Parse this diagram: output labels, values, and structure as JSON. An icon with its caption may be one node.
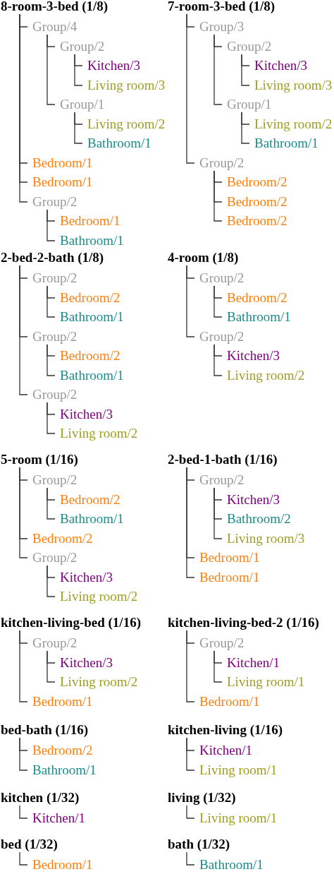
{
  "diagram": {
    "nodes": [
      {
        "text": [
          "8-room-3-bed (1/8)"
        ]
      },
      {
        "text": [
          "Group/4"
        ]
      },
      {
        "text": [
          "Group/2"
        ]
      },
      {
        "text": [
          "Kitchen/3"
        ]
      },
      {
        "text": [
          "Living room/3"
        ]
      },
      {
        "text": [
          "Group/1"
        ]
      },
      {
        "text": [
          "Living room/2"
        ]
      },
      {
        "text": [
          "Bathroom/1"
        ]
      },
      {
        "text": [
          "Bedroom/1"
        ]
      },
      {
        "text": [
          "Bedroom/1"
        ]
      },
      {
        "text": [
          "Group/2"
        ]
      },
      {
        "text": [
          "Bedroom/1"
        ]
      },
      {
        "text": [
          "Bathroom/1"
        ]
      },
      {
        "text": [
          "7-room-3-bed (1/8)"
        ]
      },
      {
        "text": [
          "Group/3"
        ]
      },
      {
        "text": [
          "Group/2"
        ]
      },
      {
        "text": [
          "Kitchen/3"
        ]
      },
      {
        "text": [
          "Living room/3"
        ]
      },
      {
        "text": [
          "Group/1"
        ]
      },
      {
        "text": [
          "Living room/2"
        ]
      },
      {
        "text": [
          "Bathroom/1"
        ]
      },
      {
        "text": [
          "Group/2"
        ]
      },
      {
        "text": [
          "Bedroom/2"
        ]
      },
      {
        "text": [
          "Bedroom/2"
        ]
      },
      {
        "text": [
          "Bedroom/2"
        ]
      },
      {
        "text": [
          "2-bed-2-bath (1/8)"
        ]
      },
      {
        "text": [
          "Group/2"
        ]
      },
      {
        "text": [
          "Bedroom/2"
        ]
      },
      {
        "text": [
          "Bathroom/1"
        ]
      },
      {
        "text": [
          "Group/2"
        ]
      },
      {
        "text": [
          "Bedroom/2"
        ]
      },
      {
        "text": [
          "Bathroom/1"
        ]
      },
      {
        "text": [
          "Group/2"
        ]
      },
      {
        "text": [
          "Kitchen/3"
        ]
      },
      {
        "text": [
          "Living room/2"
        ]
      },
      {
        "text": [
          "4-room (1/8)"
        ]
      },
      {
        "text": [
          "Group/2"
        ]
      },
      {
        "text": [
          "Bedroom/2"
        ]
      },
      {
        "text": [
          "Bathroom/1"
        ]
      },
      {
        "text": [
          "Group/2"
        ]
      },
      {
        "text": [
          "Kitchen/3"
        ]
      },
      {
        "text": [
          "Living room/2"
        ]
      },
      {
        "text": [
          "5-room (1/16)"
        ]
      },
      {
        "text": [
          "Group/2"
        ]
      },
      {
        "text": [
          "Bedroom/2"
        ]
      },
      {
        "text": [
          "Bathroom/1"
        ]
      },
      {
        "text": [
          "Bedroom/2"
        ]
      },
      {
        "text": [
          "Group/2"
        ]
      },
      {
        "text": [
          "Kitchen/3"
        ]
      },
      {
        "text": [
          "Living room/2"
        ]
      },
      {
        "text": [
          "2-bed-1-bath (1/16)"
        ]
      },
      {
        "text": [
          "Group/2"
        ]
      },
      {
        "text": [
          "Kitchen/3"
        ]
      },
      {
        "text": [
          "Bathroom/2"
        ]
      },
      {
        "text": [
          "Living room/3"
        ]
      },
      {
        "text": [
          "Bedroom/1"
        ]
      },
      {
        "text": [
          "Bedroom/1"
        ]
      },
      {
        "text": [
          "kitchen-living-bed (1/16)"
        ]
      },
      {
        "text": [
          "Group/2"
        ]
      },
      {
        "text": [
          "Kitchen/3"
        ]
      },
      {
        "text": [
          "Living room/2"
        ]
      },
      {
        "text": [
          "Bedroom/1"
        ]
      },
      {
        "text": [
          "kitchen-living-bed-2 (1/16)"
        ]
      },
      {
        "text": [
          "Group/2"
        ]
      },
      {
        "text": [
          "Kitchen/1"
        ]
      },
      {
        "text": [
          "Living room/1"
        ]
      },
      {
        "text": [
          "Bedroom/1"
        ]
      },
      {
        "text": [
          "bed-bath (1/16)"
        ]
      },
      {
        "text": [
          "Bedroom/2"
        ]
      },
      {
        "text": [
          "Bathroom/1"
        ]
      },
      {
        "text": [
          "kitchen-living (1/16)"
        ]
      },
      {
        "text": [
          "Kitchen/1"
        ]
      },
      {
        "text": [
          "Living room/1"
        ]
      },
      {
        "text": [
          "kitchen (1/32)"
        ]
      },
      {
        "text": [
          "Kitchen/1"
        ]
      },
      {
        "text": [
          "living (1/32)"
        ]
      },
      {
        "text": [
          "Living room/1"
        ]
      },
      {
        "text": [
          "bed (1/32)"
        ]
      },
      {
        "text": [
          "Bedroom/1"
        ]
      },
      {
        "text": [
          "bath (1/32)"
        ]
      },
      {
        "text": [
          "Bathroom/1"
        ]
      }
    ],
    "edges": [
      {
        "from": 0,
        "to": 1,
        "arrow": "none"
      },
      {
        "from": 1,
        "to": 2,
        "arrow": "none"
      },
      {
        "from": 2,
        "to": 3,
        "arrow": "none"
      },
      {
        "from": 2,
        "to": 4,
        "arrow": "none"
      },
      {
        "from": 1,
        "to": 5,
        "arrow": "none"
      },
      {
        "from": 5,
        "to": 6,
        "arrow": "none"
      },
      {
        "from": 5,
        "to": 7,
        "arrow": "none"
      },
      {
        "from": 0,
        "to": 8,
        "arrow": "none"
      },
      {
        "from": 0,
        "to": 9,
        "arrow": "none"
      },
      {
        "from": 0,
        "to": 10,
        "arrow": "none"
      },
      {
        "from": 10,
        "to": 11,
        "arrow": "none"
      },
      {
        "from": 10,
        "to": 12,
        "arrow": "none"
      },
      {
        "from": 13,
        "to": 14,
        "arrow": "none"
      },
      {
        "from": 14,
        "to": 15,
        "arrow": "none"
      },
      {
        "from": 15,
        "to": 16,
        "arrow": "none"
      },
      {
        "from": 15,
        "to": 17,
        "arrow": "none"
      },
      {
        "from": 14,
        "to": 18,
        "arrow": "none"
      },
      {
        "from": 18,
        "to": 19,
        "arrow": "none"
      },
      {
        "from": 18,
        "to": 20,
        "arrow": "none"
      },
      {
        "from": 13,
        "to": 21,
        "arrow": "none"
      },
      {
        "from": 21,
        "to": 22,
        "arrow": "none"
      },
      {
        "from": 21,
        "to": 23,
        "arrow": "none"
      },
      {
        "from": 21,
        "to": 24,
        "arrow": "none"
      },
      {
        "from": 25,
        "to": 26,
        "arrow": "none"
      },
      {
        "from": 26,
        "to": 27,
        "arrow": "none"
      },
      {
        "from": 26,
        "to": 28,
        "arrow": "none"
      },
      {
        "from": 25,
        "to": 29,
        "arrow": "none"
      },
      {
        "from": 29,
        "to": 30,
        "arrow": "none"
      },
      {
        "from": 29,
        "to": 31,
        "arrow": "none"
      },
      {
        "from": 25,
        "to": 32,
        "arrow": "none"
      },
      {
        "from": 32,
        "to": 33,
        "arrow": "none"
      },
      {
        "from": 32,
        "to": 34,
        "arrow": "none"
      },
      {
        "from": 35,
        "to": 36,
        "arrow": "none"
      },
      {
        "from": 36,
        "to": 37,
        "arrow": "none"
      },
      {
        "from": 36,
        "to": 38,
        "arrow": "none"
      },
      {
        "from": 35,
        "to": 39,
        "arrow": "none"
      },
      {
        "from": 39,
        "to": 40,
        "arrow": "none"
      },
      {
        "from": 39,
        "to": 41,
        "arrow": "none"
      },
      {
        "from": 42,
        "to": 43,
        "arrow": "none"
      },
      {
        "from": 43,
        "to": 44,
        "arrow": "none"
      },
      {
        "from": 43,
        "to": 45,
        "arrow": "none"
      },
      {
        "from": 42,
        "to": 46,
        "arrow": "none"
      },
      {
        "from": 42,
        "to": 47,
        "arrow": "none"
      },
      {
        "from": 47,
        "to": 48,
        "arrow": "none"
      },
      {
        "from": 47,
        "to": 49,
        "arrow": "none"
      },
      {
        "from": 50,
        "to": 51,
        "arrow": "none"
      },
      {
        "from": 51,
        "to": 52,
        "arrow": "none"
      },
      {
        "from": 51,
        "to": 53,
        "arrow": "none"
      },
      {
        "from": 51,
        "to": 54,
        "arrow": "none"
      },
      {
        "from": 50,
        "to": 55,
        "arrow": "none"
      },
      {
        "from": 50,
        "to": 56,
        "arrow": "none"
      },
      {
        "from": 57,
        "to": 58,
        "arrow": "none"
      },
      {
        "from": 58,
        "to": 59,
        "arrow": "none"
      },
      {
        "from": 58,
        "to": 60,
        "arrow": "none"
      },
      {
        "from": 57,
        "to": 61,
        "arrow": "none"
      },
      {
        "from": 62,
        "to": 63,
        "arrow": "none"
      },
      {
        "from": 63,
        "to": 64,
        "arrow": "none"
      },
      {
        "from": 63,
        "to": 65,
        "arrow": "none"
      },
      {
        "from": 62,
        "to": 66,
        "arrow": "none"
      },
      {
        "from": 67,
        "to": 68,
        "arrow": "none"
      },
      {
        "from": 67,
        "to": 69,
        "arrow": "none"
      },
      {
        "from": 70,
        "to": 71,
        "arrow": "none"
      },
      {
        "from": 70,
        "to": 72,
        "arrow": "none"
      },
      {
        "from": 73,
        "to": 74,
        "arrow": "none"
      },
      {
        "from": 75,
        "to": 76,
        "arrow": "none"
      },
      {
        "from": 77,
        "to": 78,
        "arrow": "none"
      },
      {
        "from": 79,
        "to": 80,
        "arrow": "none"
      }
    ]
  }
}
